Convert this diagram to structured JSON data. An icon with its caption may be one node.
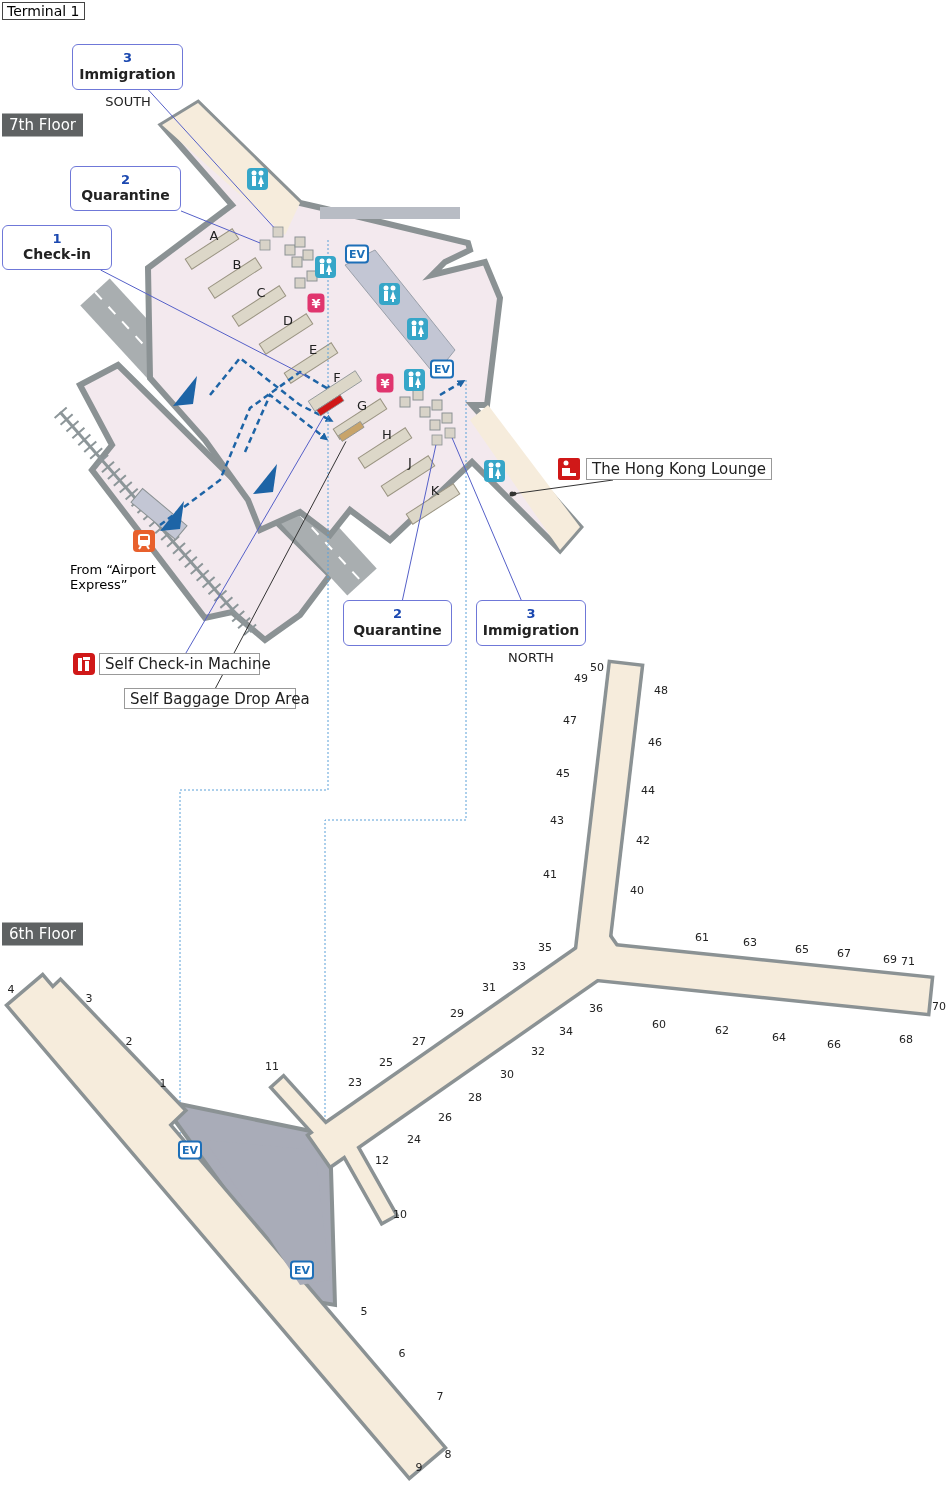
{
  "diagram": {
    "nodes": [
      {
        "text": [
          "3",
          "Immigration"
        ],
        "beside": [
          "SOUTH"
        ]
      },
      {
        "text": [
          "2",
          "Quarantine"
        ]
      },
      {
        "text": [
          "1",
          "Check-in"
        ]
      },
      {
        "text": [
          "The Hong Kong Lounge"
        ]
      },
      {
        "text": [
          "2",
          "Quarantine"
        ]
      },
      {
        "text": [
          "3",
          "Immigration"
        ],
        "beside": [
          "NORTH"
        ]
      },
      {
        "text": [
          "Self Check-in Machine"
        ]
      },
      {
        "text": [
          "Self Baggage Drop Area"
        ]
      },
      {
        "text": [],
        "shape": "box"
      },
      {
        "text": [],
        "shape": "box"
      },
      {
        "text": [],
        "shape": "box"
      },
      {
        "text": [],
        "shape": "box"
      },
      {
        "text": [],
        "shape": "box"
      },
      {
        "text": [],
        "shape": "box"
      },
      {
        "text": [],
        "shape": "box"
      },
      {
        "text": [],
        "shape": "circle"
      }
    ],
    "edges": [
      {
        "from": 0,
        "to": 8,
        "arrow": "none"
      },
      {
        "from": 1,
        "to": 9,
        "arrow": "none"
      },
      {
        "from": 2,
        "to": 10,
        "arrow": "none"
      },
      {
        "from": 3,
        "to": 15,
        "arrow": "other",
        "color": "#333333"
      },
      {
        "from": 4,
        "to": 14,
        "arrow": "none"
      },
      {
        "from": 5,
        "to": 13,
        "arrow": "none"
      },
      {
        "from": 6,
        "to": 11,
        "arrow": "none"
      },
      {
        "from": 7,
        "to": 12,
        "arrow": "none",
        "color": "#333333"
      }
    ],
    "labels": [
      "Terminal 1",
      "7th Floor",
      "A",
      "B",
      "EV",
      "C",
      "¥",
      "D",
      "E",
      "EV",
      "F",
      "¥",
      "G",
      "H",
      "J",
      "K",
      "From “Airport Express”",
      "50",
      "49",
      "48",
      "47",
      "46",
      "45",
      "44",
      "43",
      "42",
      "41",
      "40",
      "6th Floor",
      "35",
      "61",
      "63",
      "65",
      "67",
      "69",
      "71",
      "33",
      "31",
      "4",
      "3",
      "70",
      "36",
      "29",
      "60",
      "62",
      "64",
      "66",
      "68",
      "27",
      "34",
      "2",
      "32",
      "25",
      "30",
      "23",
      "1",
      "11",
      "28",
      "26",
      "24",
      "EV",
      "12",
      "10",
      "EV",
      "5",
      "6",
      "7",
      "8",
      "9"
    ]
  }
}
